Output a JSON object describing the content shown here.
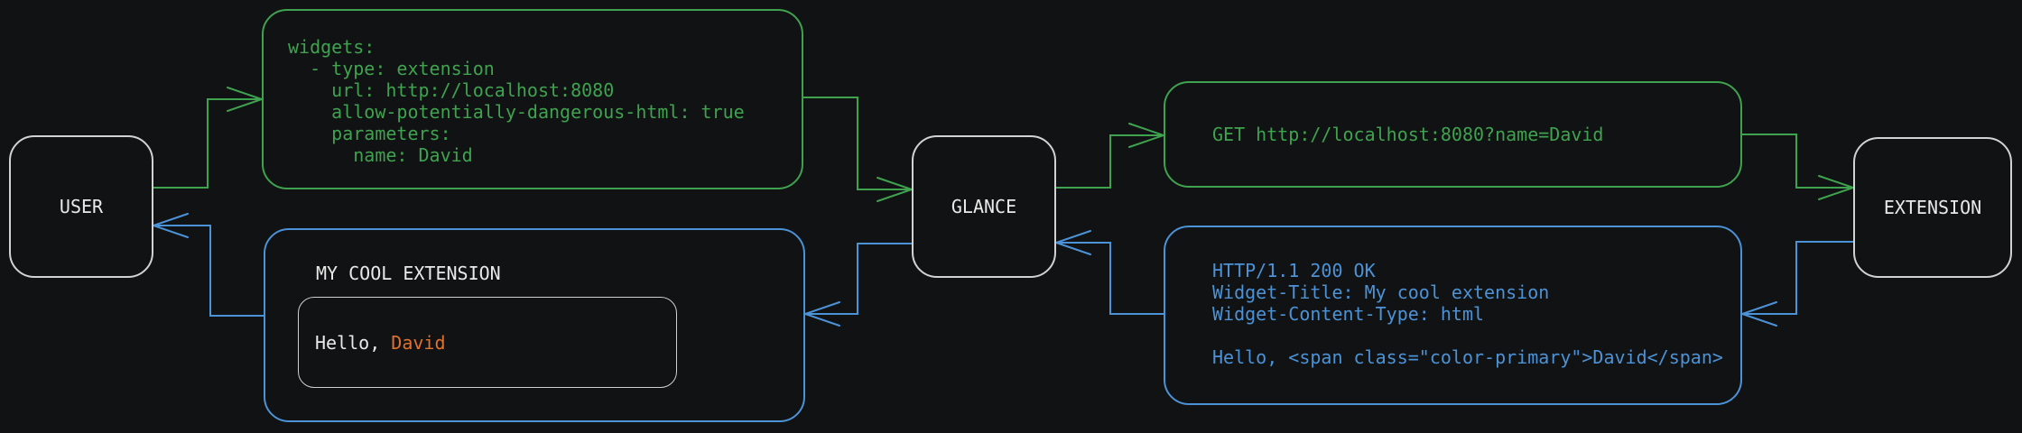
{
  "colors": {
    "background": "#111213",
    "green": "#3fa24f",
    "blue": "#4c92d6",
    "orange": "#e0712f",
    "node_border": "#d2d2d2",
    "text": "#e9e9e9",
    "card_border": "#cfcfcf"
  },
  "nodes": {
    "user": {
      "label": "USER"
    },
    "glance": {
      "label": "GLANCE"
    },
    "extension": {
      "label": "EXTENSION"
    }
  },
  "config_box": {
    "code": "widgets:\n  - type: extension\n    url: http://localhost:8080\n    allow-potentially-dangerous-html: true\n    parameters:\n      name: David"
  },
  "request_box": {
    "code": "GET http://localhost:8080?name=David"
  },
  "response_box": {
    "code": "HTTP/1.1 200 OK\nWidget-Title: My cool extension\nWidget-Content-Type: html\n\nHello, <span class=\"color-primary\">David</span>"
  },
  "widget_box": {
    "title": "MY COOL EXTENSION",
    "greeting_prefix": "Hello, ",
    "greeting_name": "David"
  }
}
